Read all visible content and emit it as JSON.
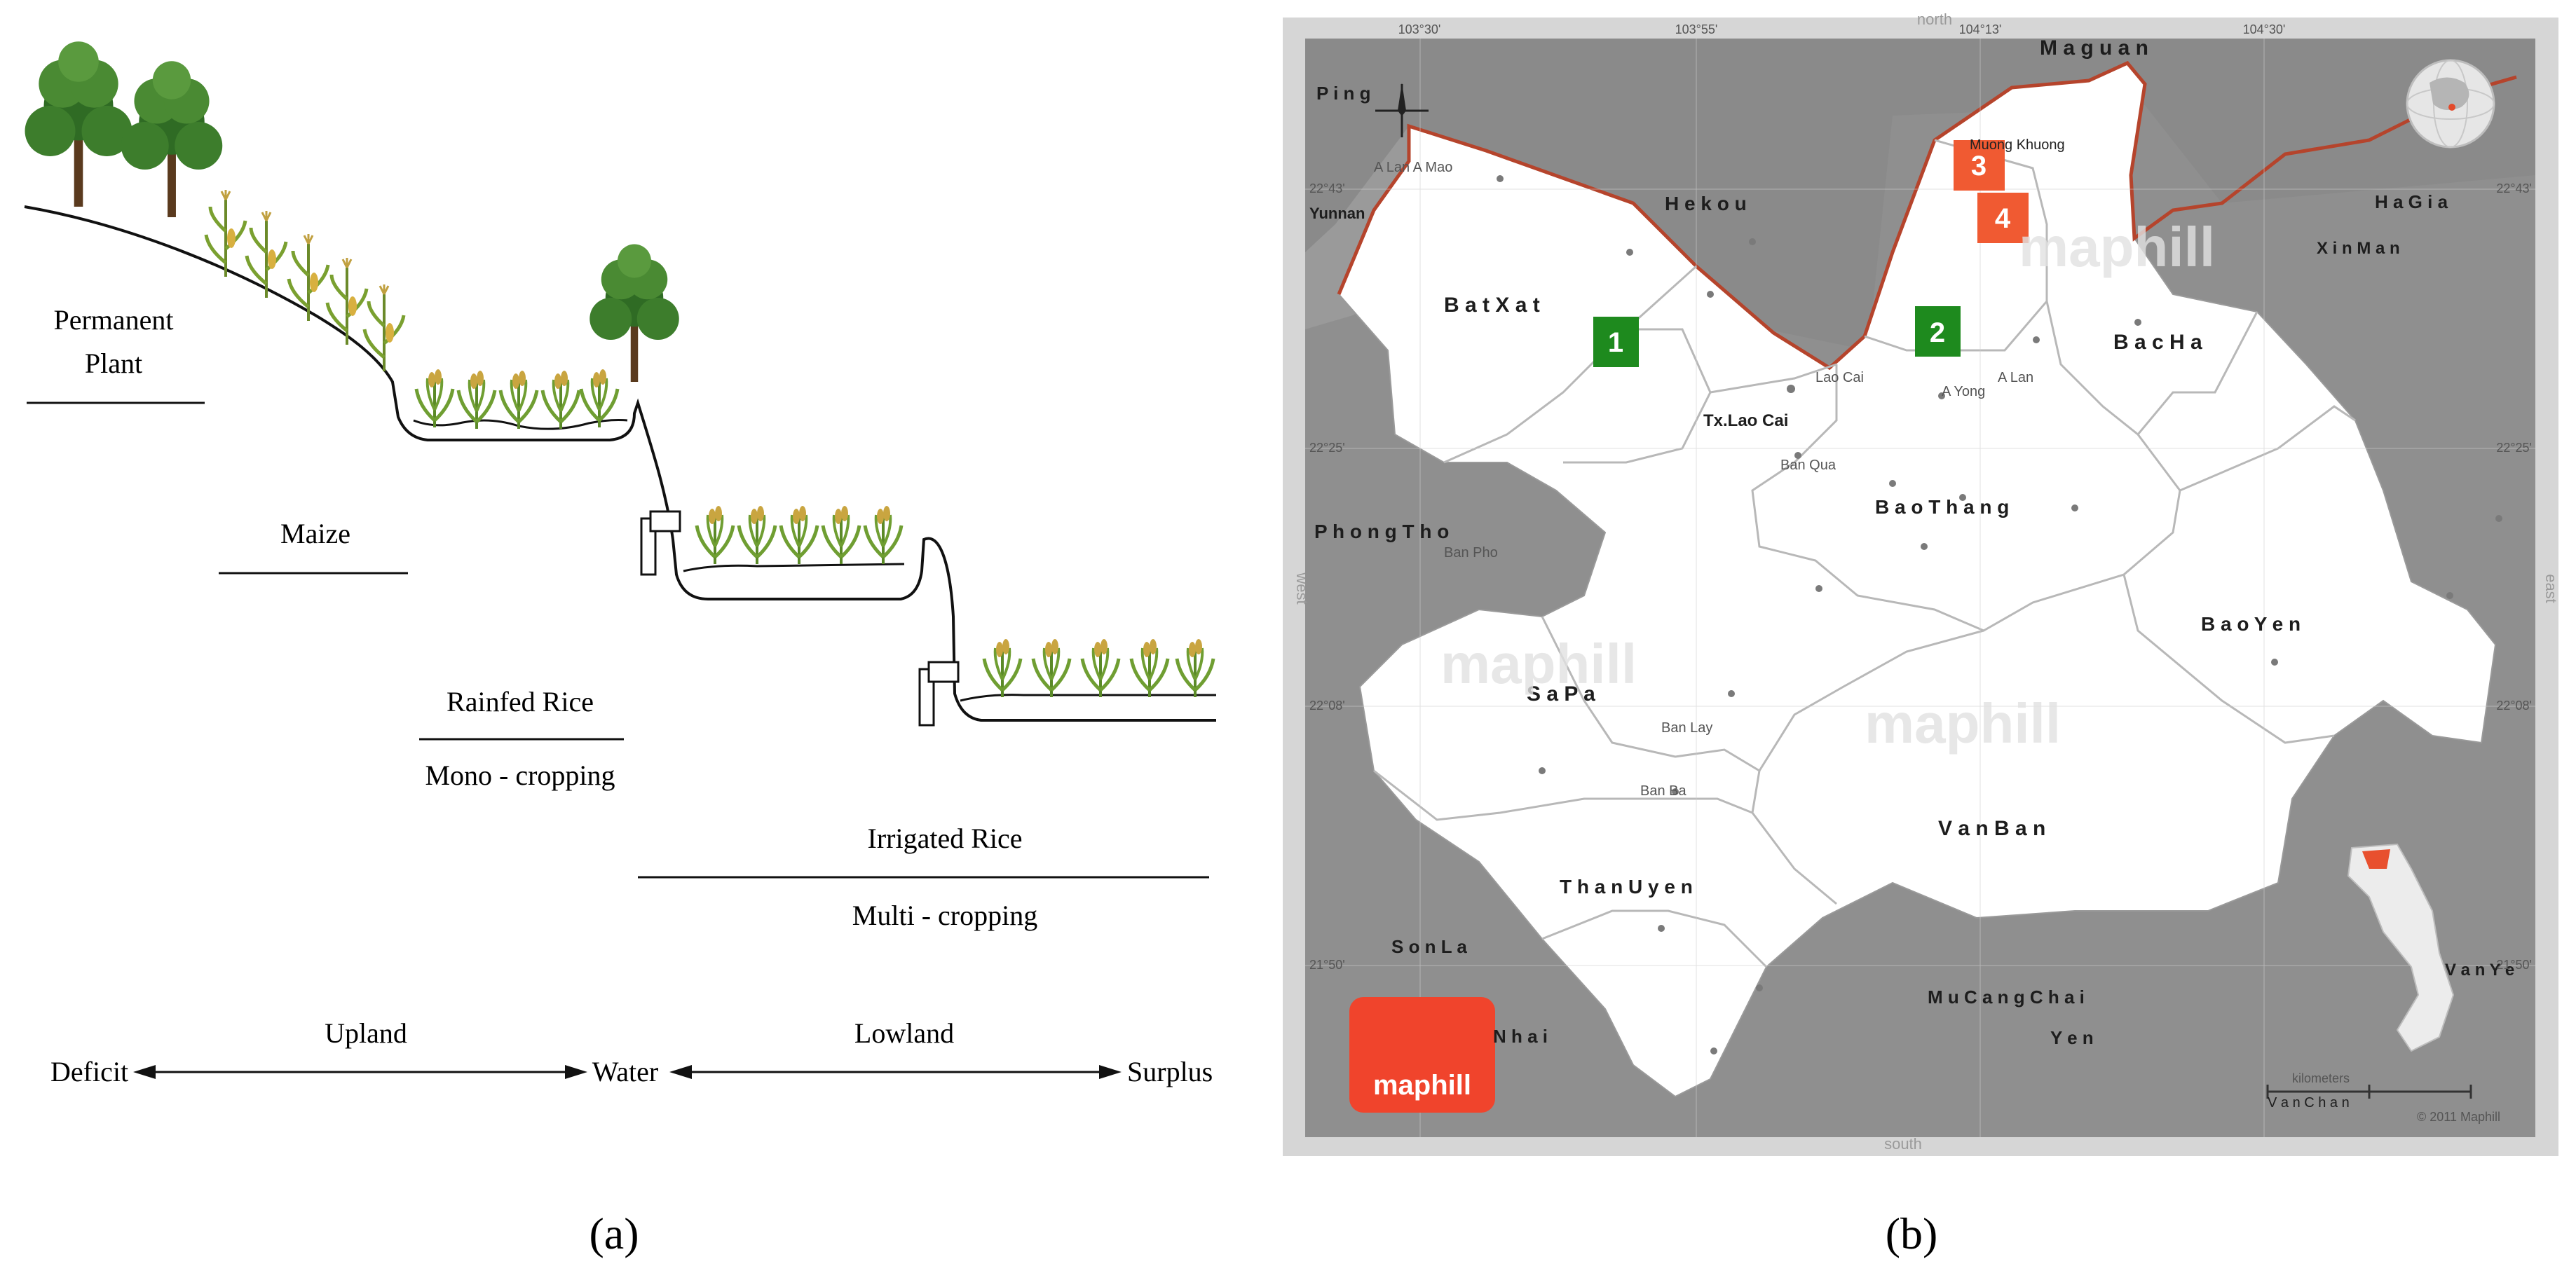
{
  "panel_a": {
    "caption": "(a)",
    "labels": {
      "permanent_plant_line1": "Permanent",
      "permanent_plant_line2": "Plant",
      "maize": "Maize",
      "rainfed_rice": "Rainfed Rice",
      "mono_cropping": "Mono - cropping",
      "irrigated_rice": "Irrigated Rice",
      "multi_cropping": "Multi - cropping"
    },
    "axis": {
      "deficit": "Deficit",
      "upland": "Upland",
      "water": "Water",
      "lowland": "Lowland",
      "surplus": "Surplus"
    }
  },
  "panel_b": {
    "caption": "(b)",
    "compass": {
      "north": "north",
      "south": "south",
      "east": "east",
      "west": "west"
    },
    "foreign_regions": {
      "maguan": "M a g u a n",
      "pingbian": "P i n g",
      "hekou": "H e k o u",
      "yunnan": "Yunnan",
      "ha_giang": "H a  G i a",
      "xin_man": "X i n  M a n",
      "phong_tho": "P h o n g  T h o",
      "son_la": "S o n  L a",
      "nhai": "N h a i",
      "mu_cang_chai": "M u  C a n g  C h a i",
      "yen": "Y e n",
      "van_chan": "V a n  C h a n",
      "van_yen": "V a n  Y e"
    },
    "districts": {
      "bat_xat": "B a t  X a t",
      "bac_ha": "B a c  H a",
      "tx_lao_cai": "Tx.Lao Cai",
      "bao_thang": "B a o  T h a n g",
      "bao_yen": "B a o  Y e n",
      "sa_pa": "S a  P a",
      "van_ban": "V a n  B a n",
      "than_uyen": "T h a n  U y e n"
    },
    "towns": {
      "muong_khuong": "Muong Khuong",
      "a_mu": "A Lan A Mao",
      "lao_cai": "Lao Cai",
      "ban_qua": "Ban Qua",
      "a_yong": "A Yong",
      "a_lan": "A Lan",
      "ban_pho": "Ban Pho",
      "ban_lay": "Ban Lay",
      "sin_ho": "Ban Ba"
    },
    "markers": [
      {
        "label": "1",
        "color": "#1e8a1e"
      },
      {
        "label": "2",
        "color": "#1e8a1e"
      },
      {
        "label": "3",
        "color": "#f05a32"
      },
      {
        "label": "4",
        "color": "#f05a32"
      }
    ],
    "logo": "maphill",
    "watermark": "maphill",
    "scale_label": "kilometers",
    "copyright": "© 2011 Maphill",
    "coords": {
      "top1": "103°30'",
      "top2": "103°55'",
      "top3": "104°13'",
      "top4": "104°30'",
      "left1": "22°43'",
      "left2": "22°25'",
      "left3": "22°08'",
      "left4": "21°50'",
      "right1": "22°43'",
      "right2": "22°25'",
      "right3": "22°08'",
      "right4": "21°50'"
    },
    "colors": {
      "foreign": "#8f8f8f",
      "province": "#ffffff",
      "border_line": "#b5442c",
      "frame": "#d6d6d6",
      "logo_bg": "#f0442c"
    }
  }
}
